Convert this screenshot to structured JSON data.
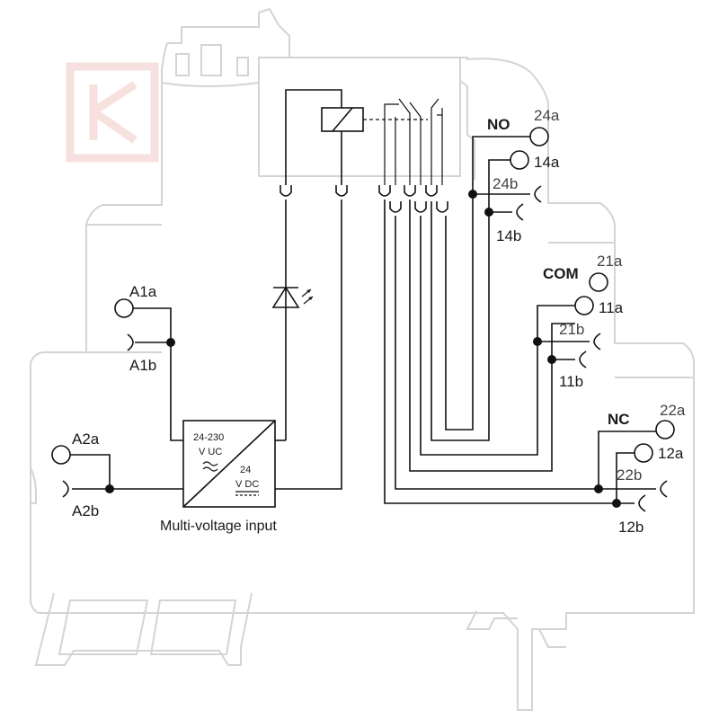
{
  "logo": {
    "letter": "K"
  },
  "converter": {
    "input_range": "24-230",
    "input_type": "V UC",
    "output_value": "24",
    "output_type": "V DC",
    "caption": "Multi-voltage input"
  },
  "terminals": {
    "A1a": "A1a",
    "A1b": "A1b",
    "A2a": "A2a",
    "A2b": "A2b",
    "24a": "24a",
    "14a": "14a",
    "24b": "24b",
    "14b": "14b",
    "21a": "21a",
    "11a": "11a",
    "21b": "21b",
    "11b": "11b",
    "22a": "22a",
    "12a": "12a",
    "22b": "22b",
    "12b": "12b"
  },
  "contacts": {
    "no": "NO",
    "com": "COM",
    "nc": "NC"
  },
  "colors": {
    "housing": "#d4d4d4",
    "line": "#111111",
    "logo": "#f7e1df"
  }
}
